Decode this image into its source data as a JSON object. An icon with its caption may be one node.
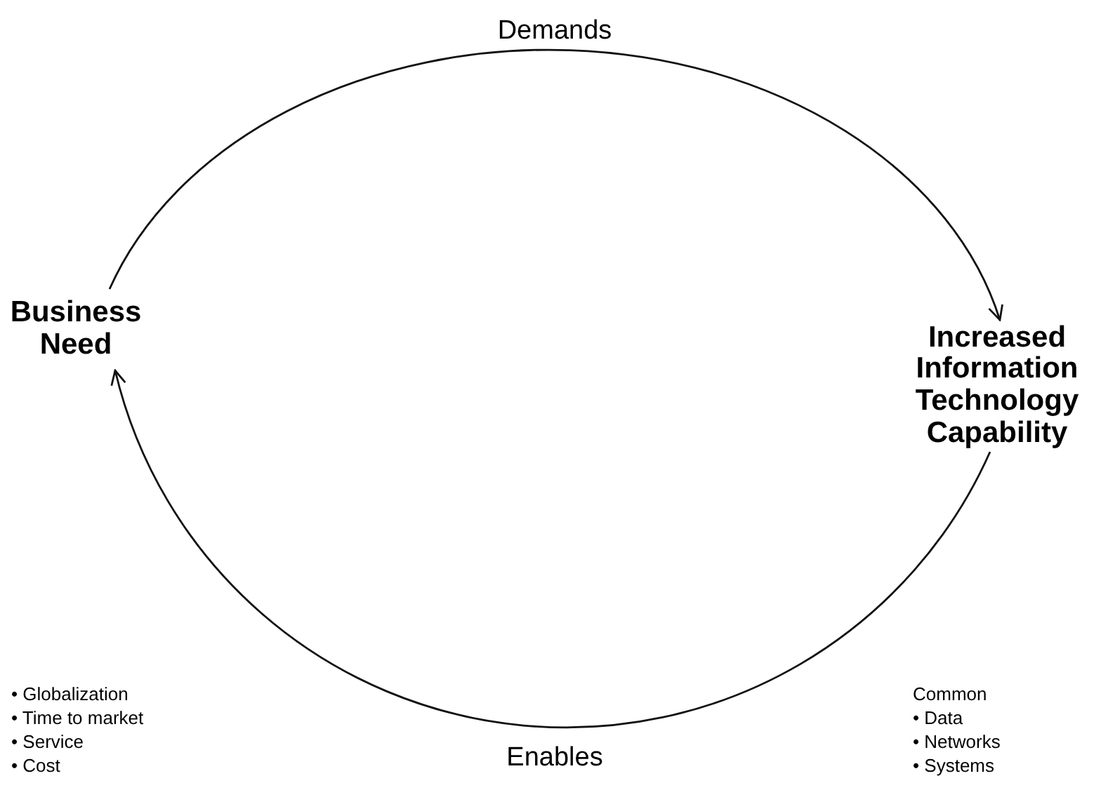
{
  "diagram": {
    "nodes": [
      {
        "text": [
          "Business Need"
        ],
        "beside": [
          "• Globalization",
          "• Time to market",
          "• Service",
          "• Cost"
        ]
      },
      {
        "text": [
          "Increased Information Technology Capability"
        ],
        "beside": [
          "Common",
          "• Data",
          "• Networks",
          "• Systems"
        ]
      }
    ],
    "edges": [
      {
        "from": 0,
        "to": 1,
        "arrow": "to",
        "label": "Demands"
      },
      {
        "from": 1,
        "to": 0,
        "arrow": "to",
        "label": "Enables"
      }
    ]
  }
}
